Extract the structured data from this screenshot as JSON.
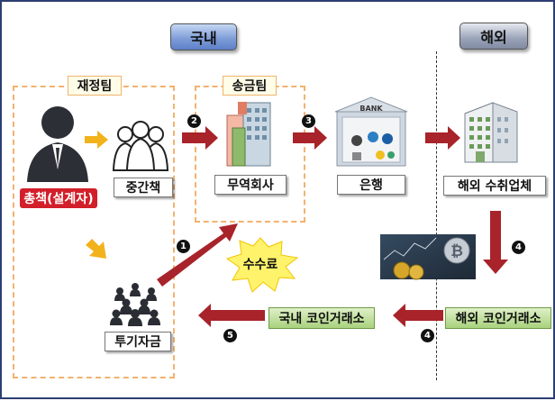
{
  "regions": {
    "domestic": "국내",
    "overseas": "해외"
  },
  "teams": {
    "finance_team": "재정팀",
    "remit_team": "송금팀"
  },
  "nodes": {
    "boss": "총책(설계자)",
    "middle": "중간책",
    "trade_company": "무역회사",
    "bank": "은행",
    "overseas_receiver": "해외 수취업체",
    "investment_funds": "투기자금",
    "domestic_exchange": "국내 코인거래소",
    "overseas_exchange": "해외 코인거래소",
    "fee": "수수료"
  },
  "bank_sign": "BANK",
  "bitcoin_symbol": "₿",
  "steps": {
    "s1": "1",
    "s2": "2",
    "s3": "3",
    "s4a": "4",
    "s4b": "4",
    "s5": "5"
  },
  "icons": [
    "person-boss-icon",
    "group-people-icon",
    "office-building-icon",
    "bank-icon",
    "skyscraper-icon",
    "bitcoin-image",
    "crowd-people-icon"
  ],
  "colors": {
    "arrow_red": "#a8232a",
    "arrow_yellow": "#f2b21b",
    "dashed_orange": "#f3b26f",
    "label_red": "#d21f2a",
    "label_green": "#a8d27d"
  }
}
